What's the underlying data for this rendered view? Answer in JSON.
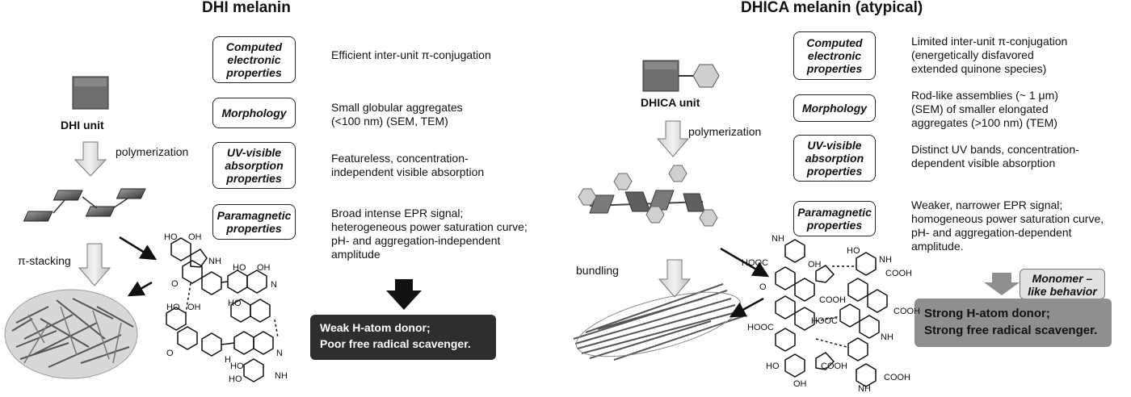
{
  "left": {
    "title": "DHI melanin",
    "unit_label": "DHI unit",
    "polymerization_label": "polymerization",
    "stacking_label": "π-stacking",
    "properties": [
      {
        "label_lines": [
          "Computed",
          "electronic",
          "properties"
        ],
        "description_lines": [
          "Efficient inter-unit π-conjugation"
        ]
      },
      {
        "label_lines": [
          "Morphology"
        ],
        "description_lines": [
          "Small globular aggregates",
          "(<100 nm) (SEM, TEM)"
        ]
      },
      {
        "label_lines": [
          "UV-visible",
          "absorption",
          "properties"
        ],
        "description_lines": [
          "Featureless, concentration-",
          "independent visible absorption"
        ]
      },
      {
        "label_lines": [
          "Paramagnetic",
          "properties"
        ],
        "description_lines": [
          "Broad intense EPR signal;",
          "heterogeneous power saturation curve;",
          "pH- and aggregation-independent",
          "amplitude"
        ]
      }
    ],
    "conclusion_lines": [
      "Weak H-atom donor;",
      "Poor free radical scavenger."
    ]
  },
  "right": {
    "title": "DHICA melanin (atypical)",
    "unit_label": "DHICA unit",
    "polymerization_label": "polymerization",
    "bundling_label": "bundling",
    "properties": [
      {
        "label_lines": [
          "Computed",
          "electronic",
          "properties"
        ],
        "description_lines": [
          "Limited inter-unit π-conjugation",
          "(energetically disfavored",
          "extended quinone species)"
        ]
      },
      {
        "label_lines": [
          "Morphology"
        ],
        "description_lines": [
          "Rod-like assemblies (~ 1 μm)",
          "(SEM) of smaller elongated",
          "aggregates (>100 nm) (TEM)"
        ]
      },
      {
        "label_lines": [
          "UV-visible",
          "absorption",
          "properties"
        ],
        "description_lines": [
          "Distinct UV bands, concentration-",
          "dependent visible absorption"
        ]
      },
      {
        "label_lines": [
          "Paramagnetic",
          "properties"
        ],
        "description_lines": [
          "Weaker, narrower EPR signal;",
          "homogeneous power saturation curve,",
          "pH- and aggregation-dependent",
          "amplitude."
        ]
      }
    ],
    "monomer_lines": [
      "Monomer –",
      "like behavior"
    ],
    "conclusion_lines": [
      "Strong H-atom donor;",
      "Strong free radical scavenger."
    ]
  },
  "structure_labels": {
    "oh": "OH",
    "ho": "HO",
    "nh": "NH",
    "n": "N",
    "h": "H",
    "o": "O",
    "cooh": "COOH",
    "hooc": "HOOC"
  }
}
